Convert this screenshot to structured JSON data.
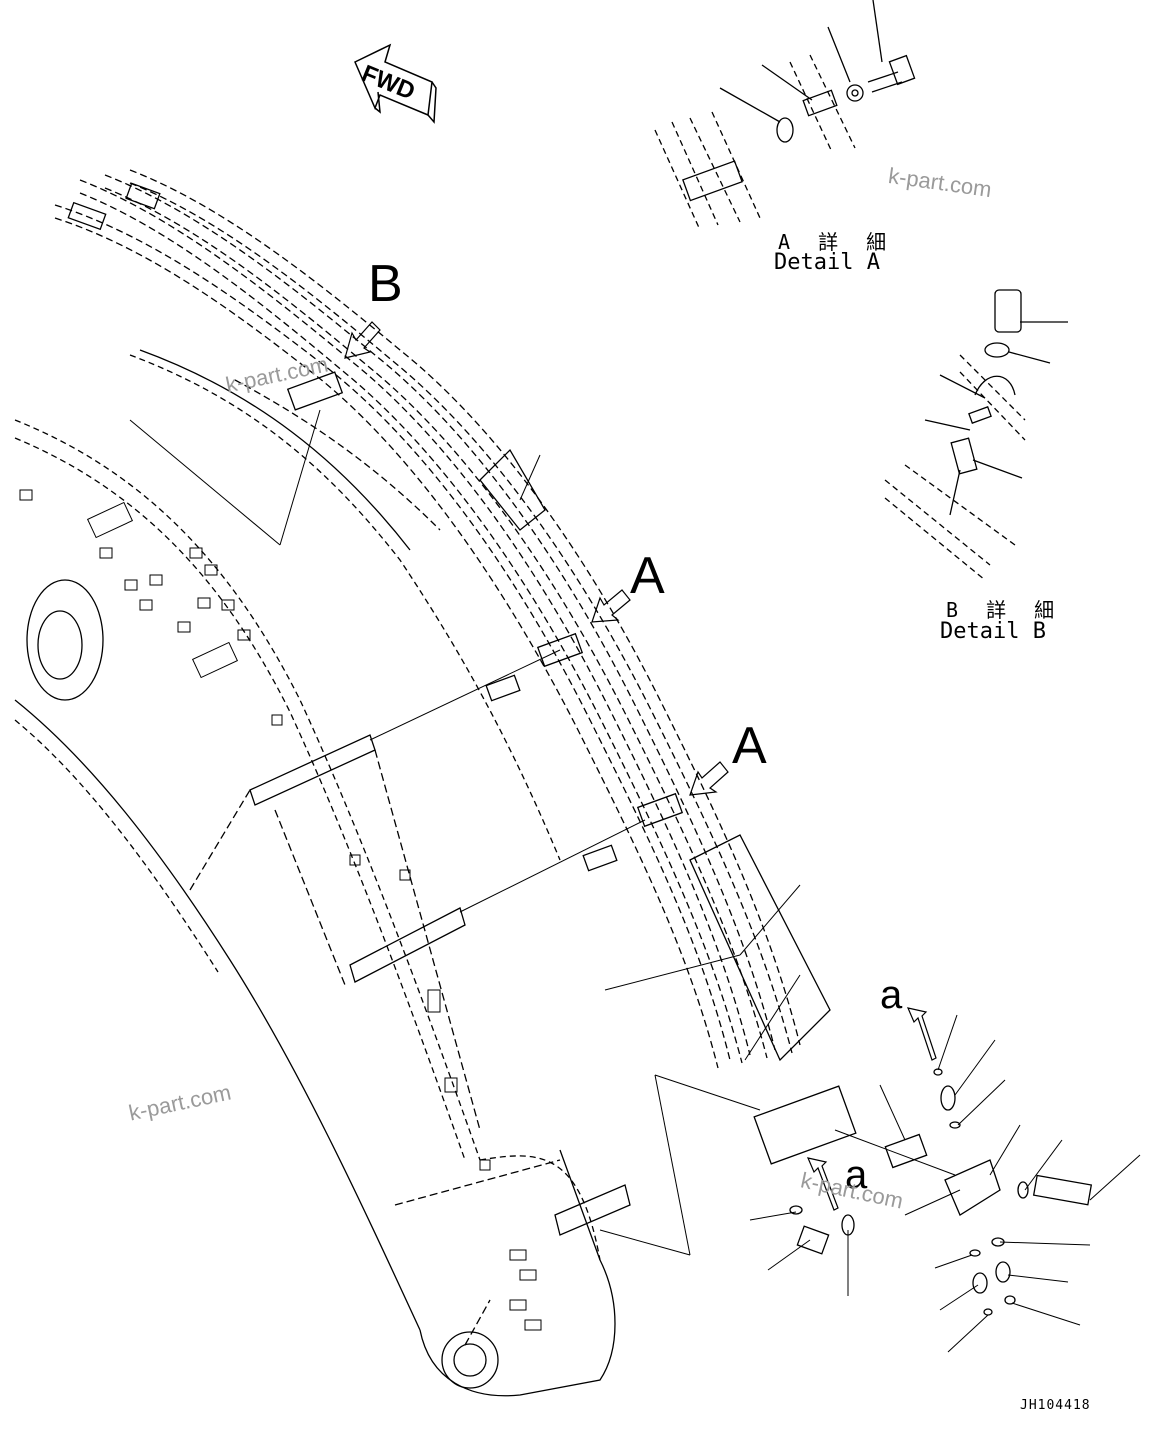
{
  "drawing": {
    "fwd_label": "FWD",
    "callouts": {
      "b_main": "B",
      "a_upper": "A",
      "a_lower": "A",
      "a_small_up": "a",
      "a_small_down": "a"
    },
    "detail_a": {
      "jp": "A 詳 細",
      "en": "Detail A"
    },
    "detail_b": {
      "jp": "B 詳 細",
      "en": "Detail B"
    },
    "watermarks": [
      "k-part.com",
      "k-part.com",
      "k-part.com",
      "k-part.com"
    ],
    "drawing_code": "JH104418"
  }
}
